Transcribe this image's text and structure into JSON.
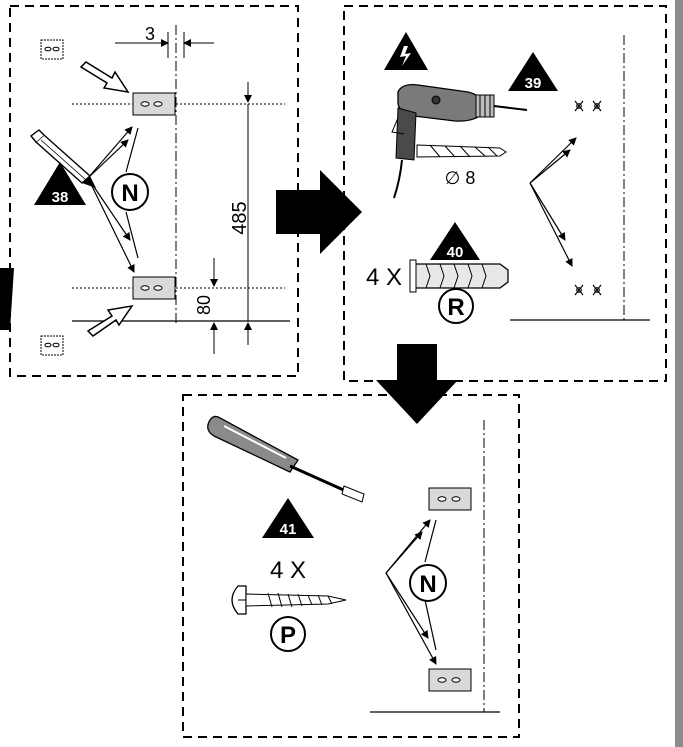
{
  "step_38": {
    "step_number": "38",
    "part_label": "N",
    "dim_gap": "3",
    "dim_spacing": "485",
    "dim_height": "80"
  },
  "step_39": {
    "step_number": "39",
    "drill_size": "∅ 8"
  },
  "step_40": {
    "step_number": "40",
    "quantity": "4 X",
    "part_label": "R"
  },
  "step_41": {
    "step_number": "41",
    "quantity": "4 X",
    "screw_label": "P",
    "part_label": "N"
  },
  "colors": {
    "ink": "#000000",
    "bracket_fill": "#d9d9d9",
    "background": "#ffffff",
    "edge_bar": "#8c8c8c"
  }
}
